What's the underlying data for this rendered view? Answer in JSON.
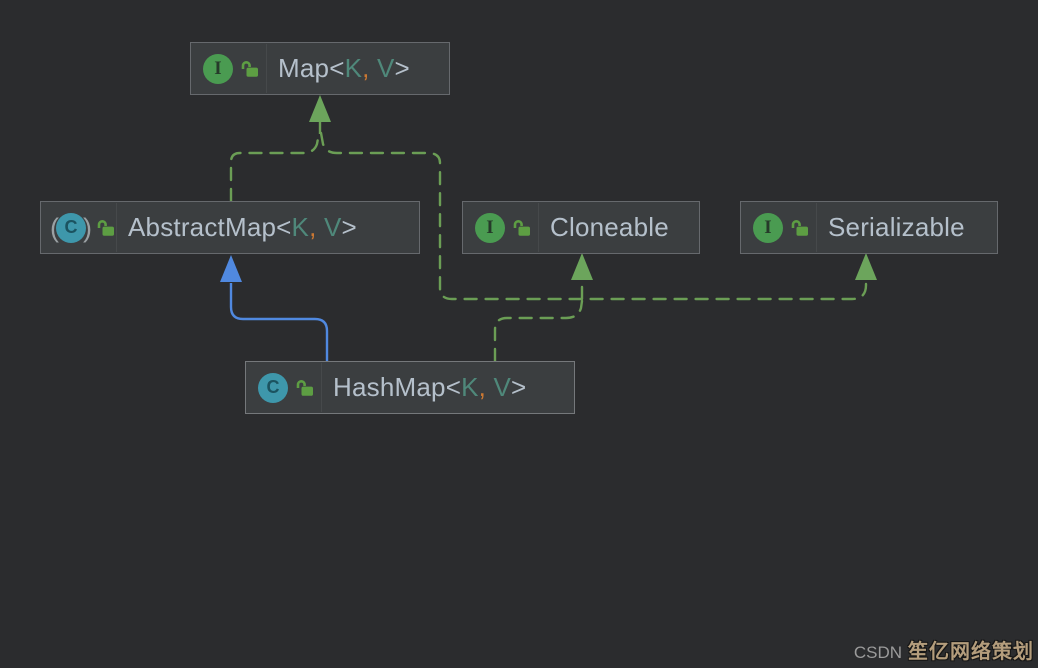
{
  "title": "HashMap type hierarchy UML diagram",
  "colors": {
    "background": "#2b2c2e",
    "node_fill": "#3b3e40",
    "node_border": "#66696d",
    "text": "#b5c0cb",
    "type_param": "#4f887a",
    "comma": "#cc7832",
    "realization_edge": "#6b9e55",
    "extends_edge": "#5089e0",
    "interface_icon": "#4a9b51",
    "class_icon": "#3e97ab",
    "lock_icon": "#5d9e43"
  },
  "icons": {
    "interface_letter": "I",
    "class_letter": "C",
    "abstract_open": "(",
    "abstract_close": ")"
  },
  "nodes": [
    {
      "id": "map",
      "kind": "interface",
      "name": "Map",
      "lt": "<",
      "k": "K",
      "comma": ", ",
      "v": "V",
      "gt": ">"
    },
    {
      "id": "abstractmap",
      "kind": "abstract-class",
      "name": "AbstractMap",
      "lt": "<",
      "k": "K",
      "comma": ", ",
      "v": "V",
      "gt": ">"
    },
    {
      "id": "cloneable",
      "kind": "interface",
      "name": "Cloneable"
    },
    {
      "id": "serializable",
      "kind": "interface",
      "name": "Serializable"
    },
    {
      "id": "hashmap",
      "kind": "class",
      "name": "HashMap",
      "lt": "<",
      "k": "K",
      "comma": ", ",
      "v": "V",
      "gt": ">"
    }
  ],
  "relationships": [
    {
      "from": "AbstractMap",
      "to": "Map",
      "kind": "implements",
      "style": "dashed-green"
    },
    {
      "from": "HashMap",
      "to": "Map",
      "kind": "implements",
      "style": "dashed-green"
    },
    {
      "from": "HashMap",
      "to": "Cloneable",
      "kind": "implements",
      "style": "dashed-green"
    },
    {
      "from": "HashMap",
      "to": "Serializable",
      "kind": "implements",
      "style": "dashed-green"
    },
    {
      "from": "HashMap",
      "to": "AbstractMap",
      "kind": "extends",
      "style": "solid-blue"
    }
  ],
  "watermark": {
    "prefix": "CSDN",
    "brand": "笙亿网络策划"
  }
}
